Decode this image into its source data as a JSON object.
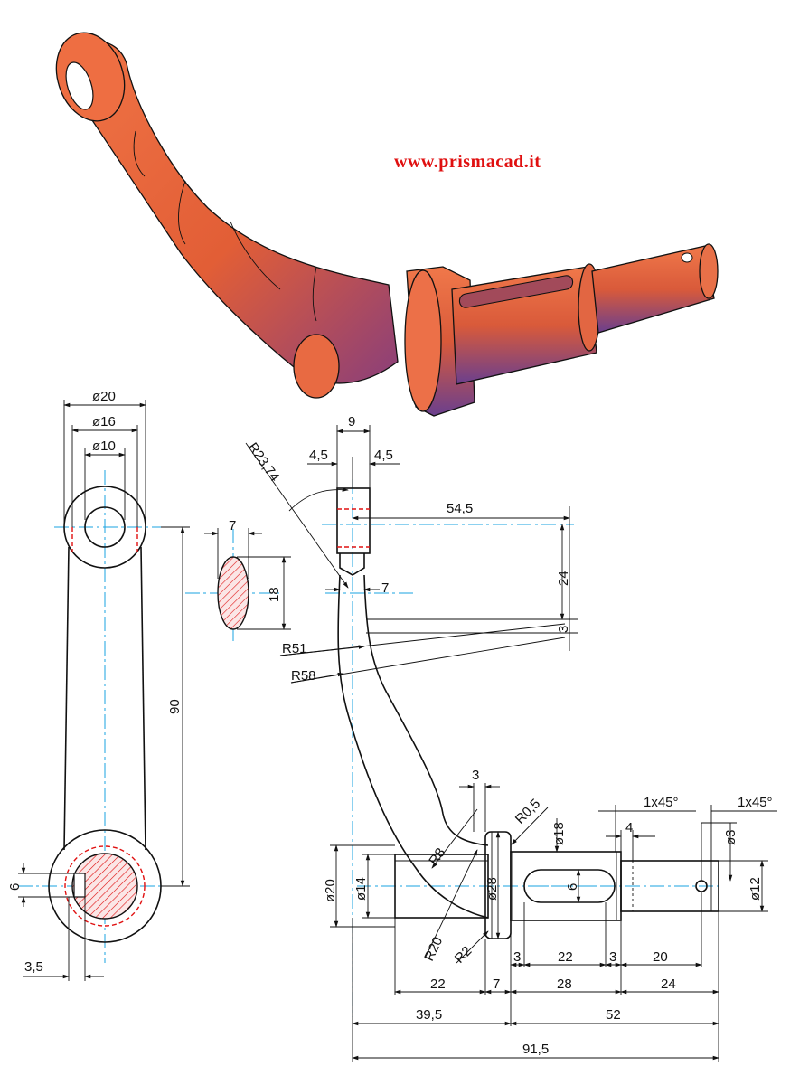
{
  "header": {
    "url": "www.prismacad.it"
  },
  "colors": {
    "part": "#e8663a",
    "center_line": "#1aa3e0",
    "hidden_line": "#e01010",
    "url": "#e01010"
  },
  "front_view": {
    "dia_20": "ø20",
    "dia_16": "ø16",
    "dia_10": "ø10",
    "length_90": "90",
    "key_6": "6",
    "key_3_5": "3,5"
  },
  "section_view": {
    "width_7": "7",
    "height_18": "18"
  },
  "side_view": {
    "width_9": "9",
    "half_a": "4,5",
    "half_b": "4,5",
    "radius_23_74": "R23,74",
    "offset_54_5": "54,5",
    "offset_24": "24",
    "offset_3": "3",
    "neck_7": "7",
    "radius_51": "R51",
    "radius_58": "R58"
  },
  "shaft": {
    "step_3_top": "3",
    "radius_0_5": "R0,5",
    "chamfer_a": "1x45°",
    "chamfer_b": "1x45°",
    "slot_4": "4",
    "dia_18": "ø18",
    "dia_3": "ø3",
    "radius_8": "R8",
    "dia_20": "ø20",
    "dia_14": "ø14",
    "dia_28": "ø28",
    "slot_6": "6",
    "dia_12": "ø12",
    "radius_20": "R20",
    "radius_2": "R2",
    "step_3_a": "3",
    "len_22_a": "22",
    "step_3_b": "3",
    "len_20": "20",
    "len_22_b": "22",
    "len_7": "7",
    "len_28": "28",
    "len_24": "24",
    "len_39_5": "39,5",
    "len_52": "52",
    "total_91_5": "91,5"
  }
}
